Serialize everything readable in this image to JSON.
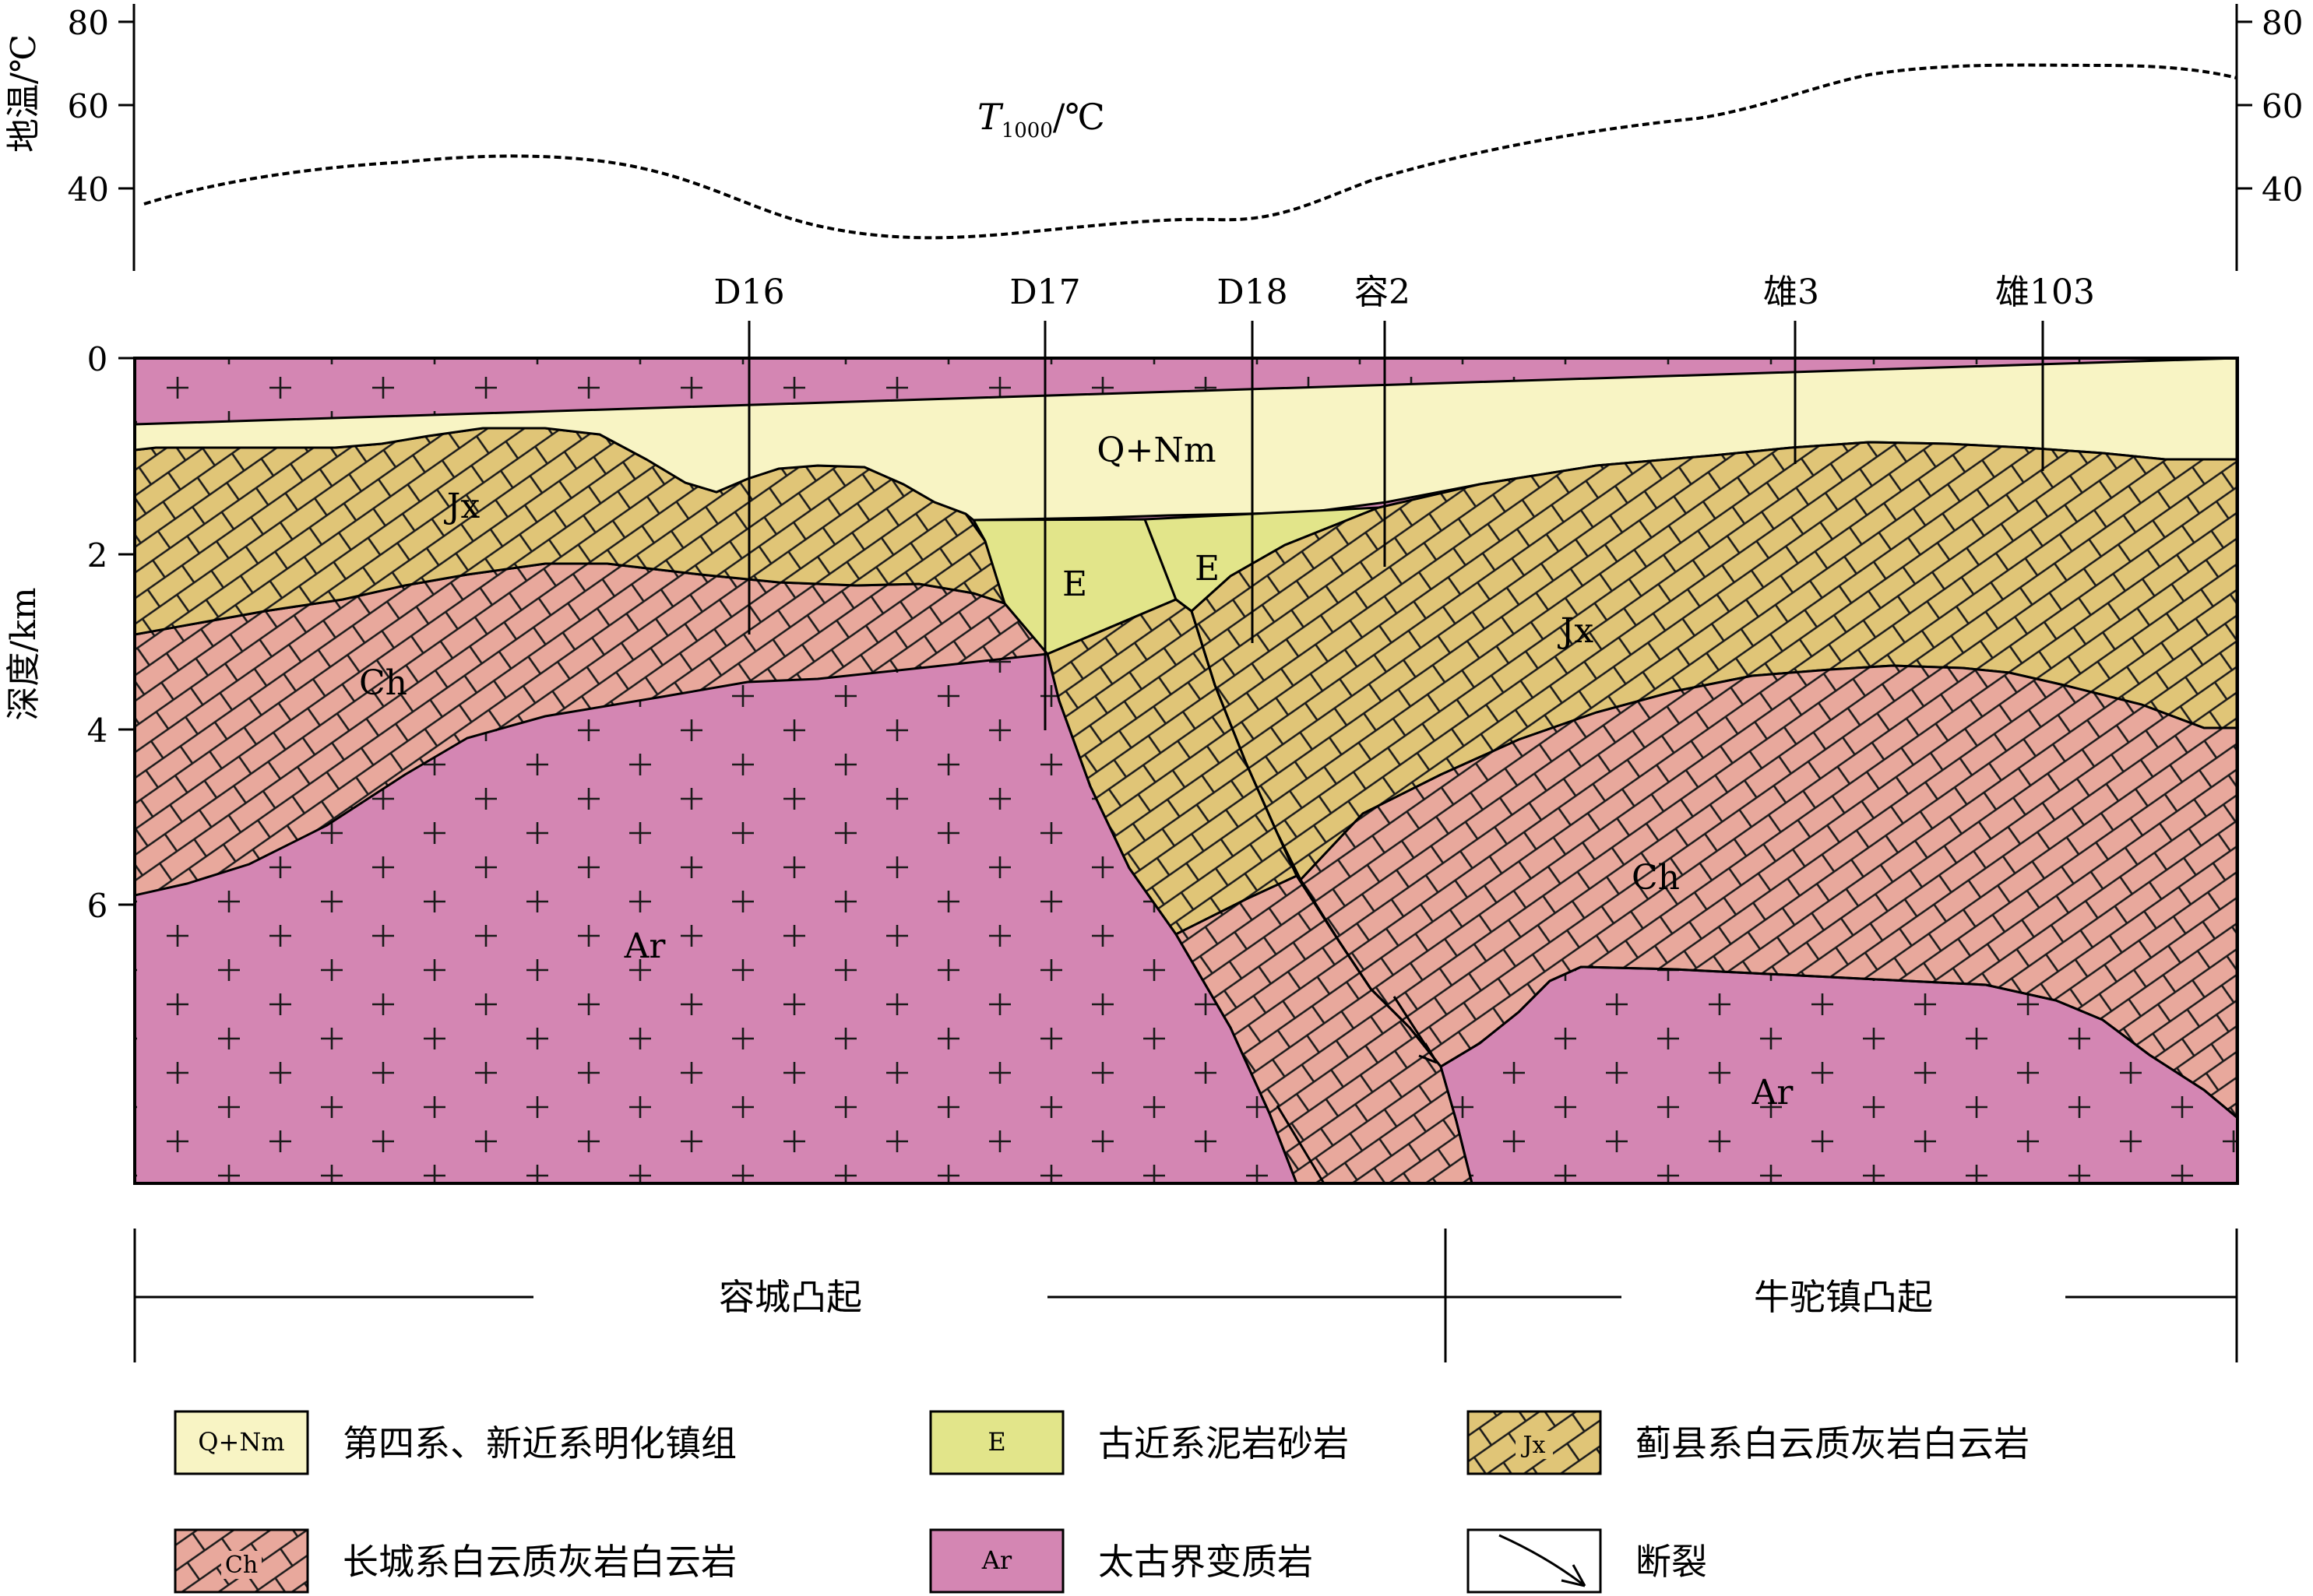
{
  "temperature_panel": {
    "y_axis_title": "地温/℃",
    "ticks": [
      "80",
      "60",
      "40"
    ],
    "curve_label_T": "T",
    "curve_label_sub": "1000",
    "curve_label_unit": "/℃"
  },
  "section": {
    "y_axis_title": "深度/km",
    "depth_ticks": [
      "0",
      "2",
      "4",
      "6"
    ],
    "wells": [
      "D16",
      "D17",
      "D18",
      "容2",
      "雄3",
      "雄103"
    ],
    "unit_labels": {
      "QNm": "Q+Nm",
      "E_1": "E",
      "E_2": "E",
      "Jx_1": "Jx",
      "Jx_2": "Jx",
      "Ch_1": "Ch",
      "Ch_2": "Ch",
      "Ar_1": "Ar",
      "Ar_2": "Ar"
    }
  },
  "regions": {
    "left": "容城凸起",
    "right": "牛驼镇凸起"
  },
  "legend": {
    "items": [
      {
        "code": "Q+Nm",
        "text": "第四系、新近系明化镇组"
      },
      {
        "code": "E",
        "text": "古近系泥岩砂岩"
      },
      {
        "code": "Jx",
        "text": "蓟县系白云质灰岩白云岩"
      },
      {
        "code": "Ch",
        "text": "长城系白云质灰岩白云岩"
      },
      {
        "code": "Ar",
        "text": "太古界变质岩"
      },
      {
        "code": "",
        "text": "断裂"
      }
    ]
  },
  "colors": {
    "QNm": "#f8f4c4",
    "E": "#e2e58a",
    "Jx": "#e0c577",
    "Ch": "#e8a89c",
    "Ar": "#d486b3"
  }
}
